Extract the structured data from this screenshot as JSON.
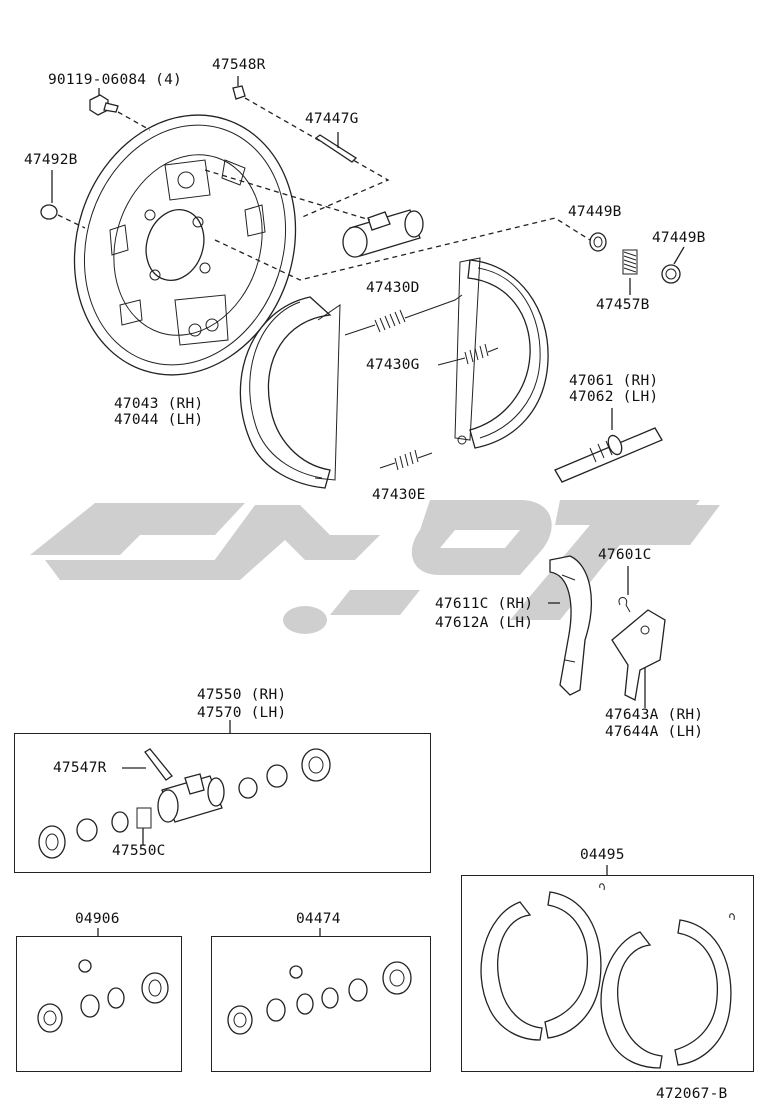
{
  "labels": {
    "bolt": "90119-06084 (4)",
    "bleeder_cap": "47548R",
    "pin": "47447G",
    "plug": "47492B",
    "boot_a": "47449B",
    "boot_b": "47449B",
    "spring_d": "47430D",
    "spring_g": "47430G",
    "spring_e": "47430E",
    "spring_b": "47457B",
    "backing_rh": "47043 (RH)",
    "backing_lh": "47044 (LH)",
    "adjuster_rh": "47061 (RH)",
    "adjuster_lh": "47062 (LH)",
    "clip": "47601C",
    "lever_rh": "47611C (RH)",
    "lever_lh": "47612A (LH)",
    "lever2_rh": "47643A (RH)",
    "lever2_lh": "47644A (LH)",
    "cylinder_rh": "47550 (RH)",
    "cylinder_lh": "47570 (LH)",
    "bleeder": "47547R",
    "cup": "47550C",
    "kit_shoe": "04495",
    "kit_a": "04906",
    "kit_b": "04474",
    "diagram_no": "472067-B"
  },
  "colors": {
    "line": "#222222",
    "watermark": "#cfcfcf"
  }
}
